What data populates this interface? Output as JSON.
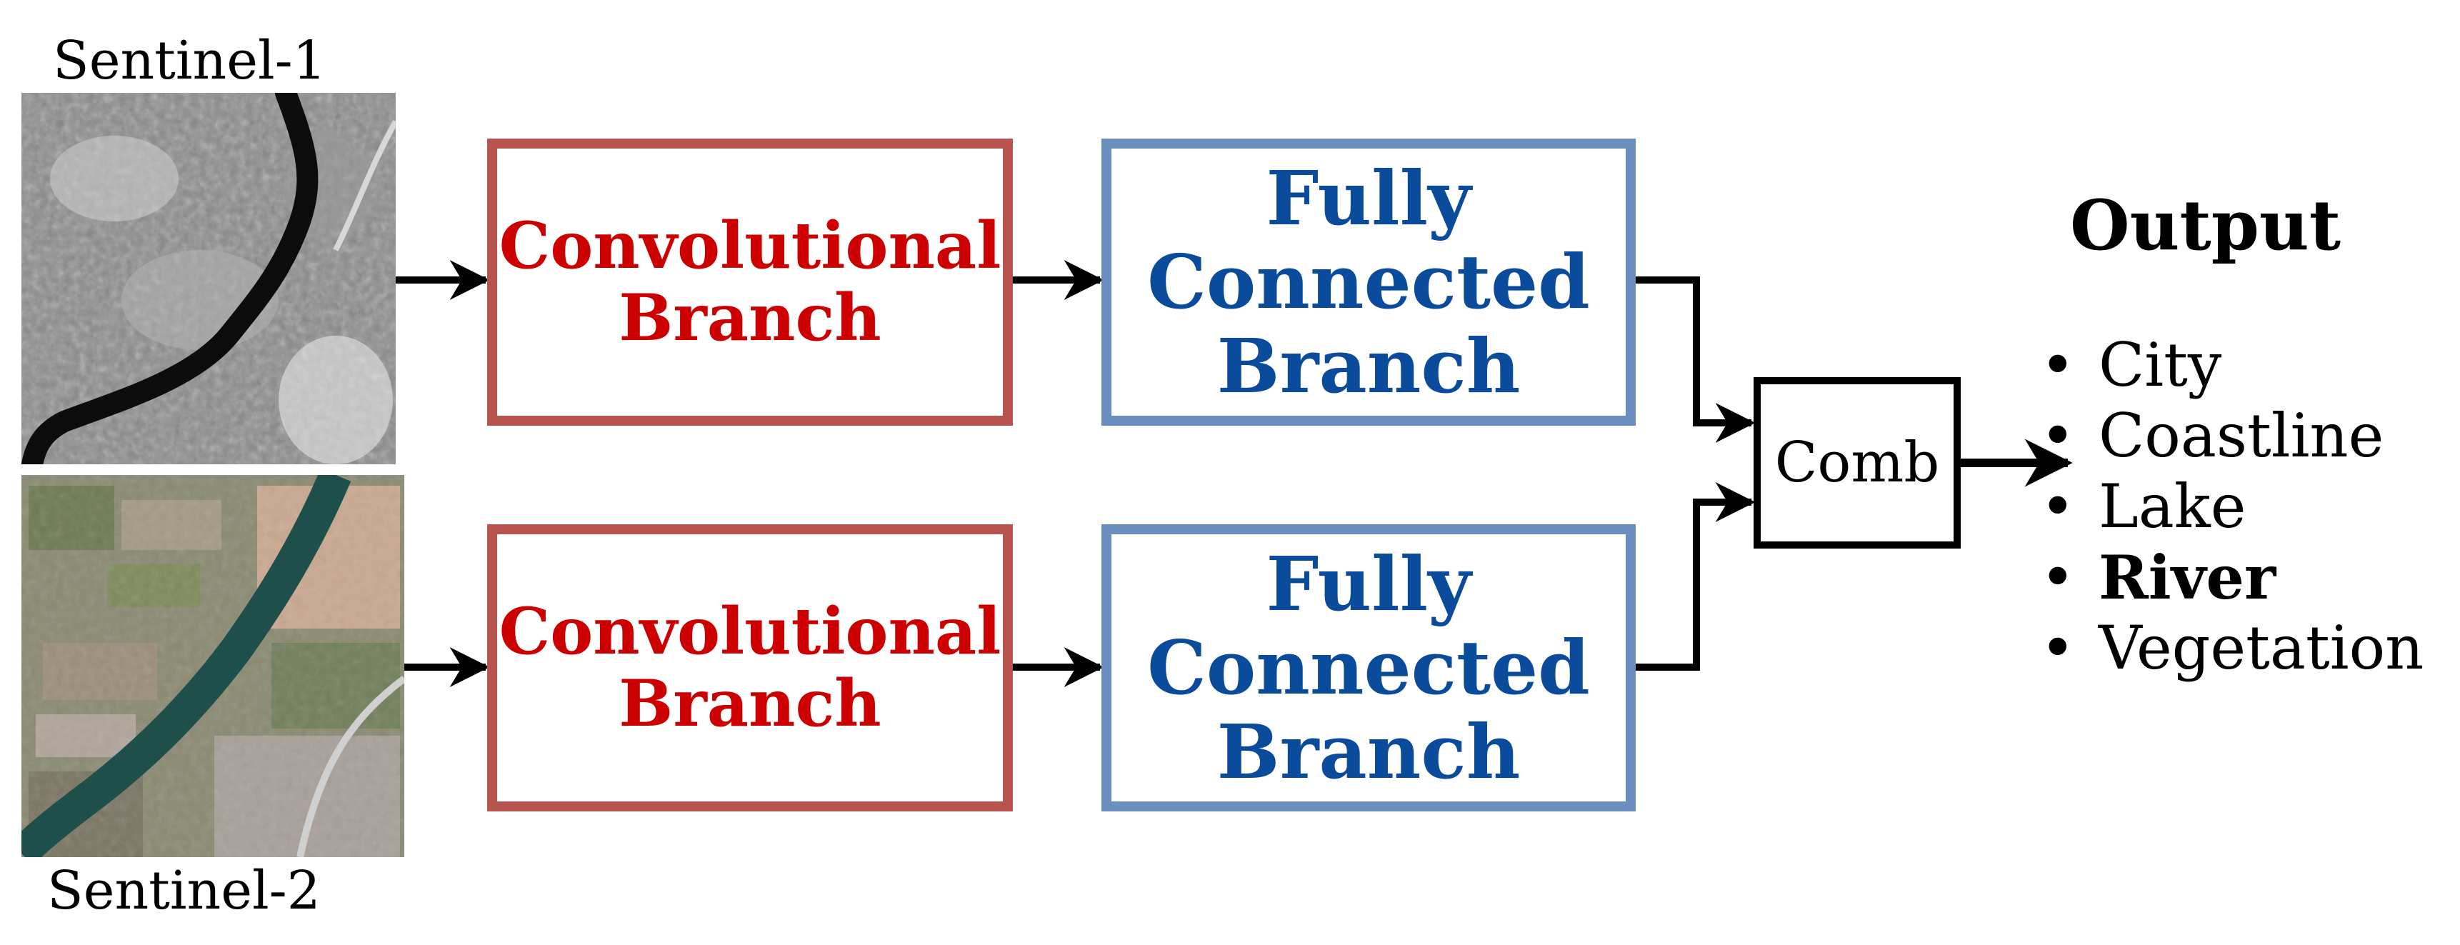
{
  "inputs": {
    "sentinel1_label": "Sentinel-1",
    "sentinel2_label": "Sentinel-2"
  },
  "branches": {
    "conv_top": [
      "Convolutional",
      "Branch"
    ],
    "conv_bottom": [
      "Convolutional",
      "Branch"
    ],
    "fc_top": [
      "Fully",
      "Connected",
      "Branch"
    ],
    "fc_bottom": [
      "Fully",
      "Connected",
      "Branch"
    ]
  },
  "comb_label": "Comb",
  "output": {
    "title": "Output",
    "items": [
      "City",
      "Coastline",
      "Lake",
      "River",
      "Vegetation"
    ],
    "highlighted": "River"
  },
  "colors": {
    "conv_border": "#b85450",
    "conv_text": "#cc0000",
    "fc_border": "#6c8ebf",
    "fc_text": "#0a4b9c",
    "arrow": "#000000"
  }
}
